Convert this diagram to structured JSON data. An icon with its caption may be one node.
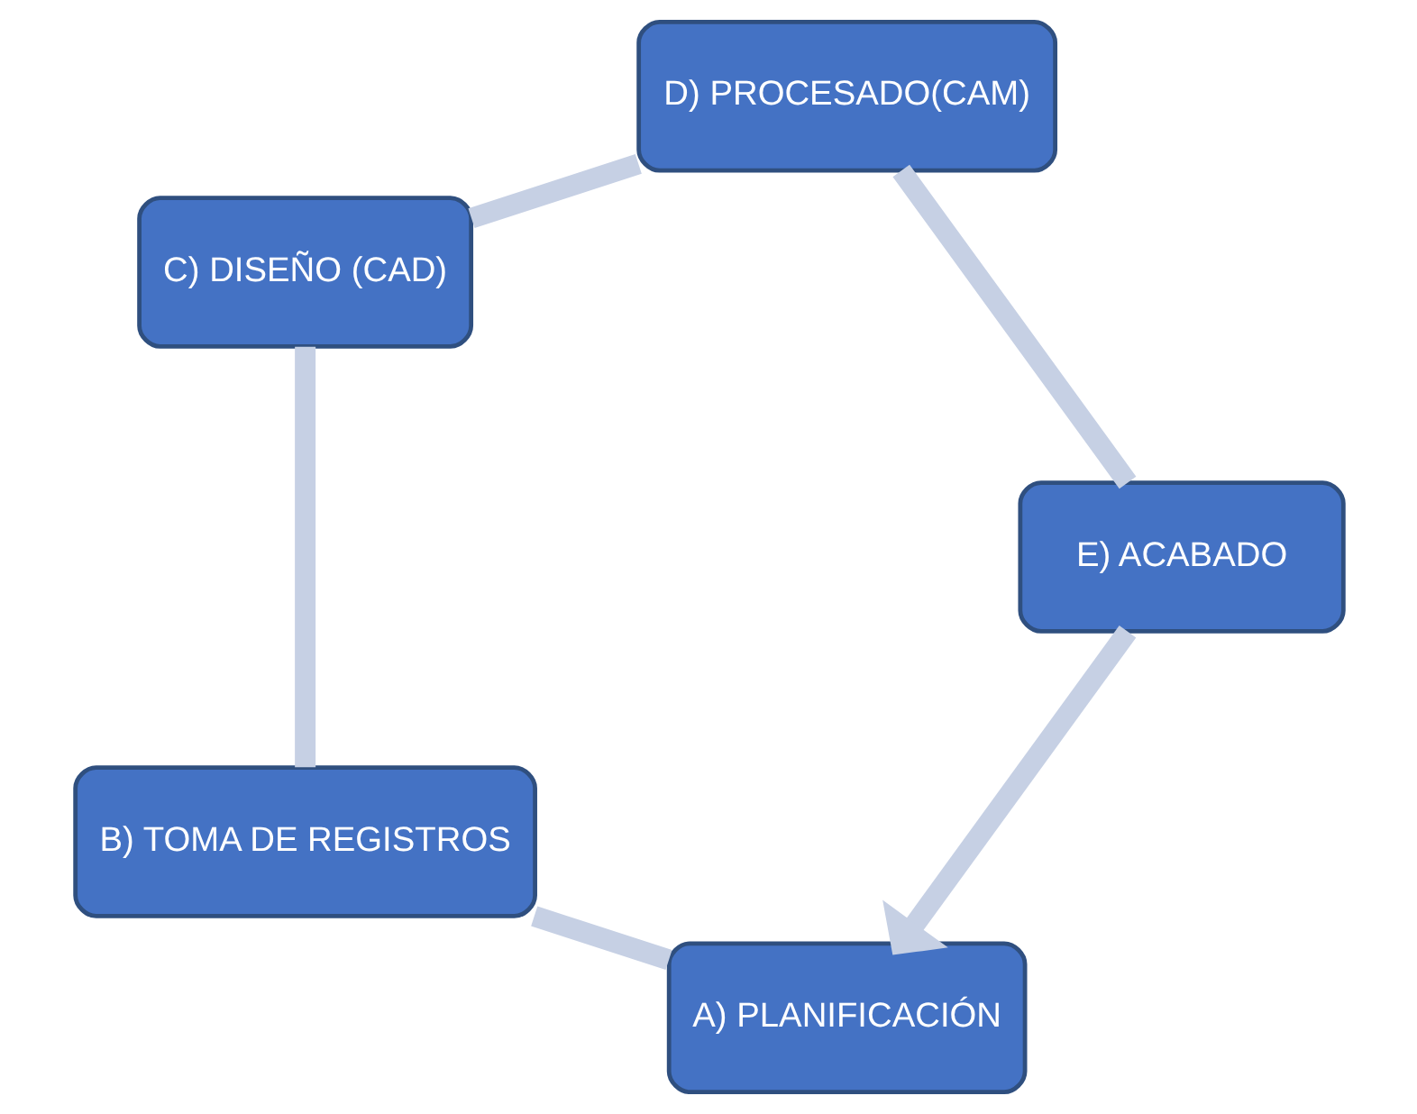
{
  "diagram": {
    "nodes": [
      {
        "text": [
          "A) PLANIFICACIÓN"
        ]
      },
      {
        "text": [
          "B) TOMA DE REGISTROS"
        ]
      },
      {
        "text": [
          "C) DISEÑO (CAD)"
        ]
      },
      {
        "text": [
          "D) PROCESADO(CAM)"
        ]
      },
      {
        "text": [
          "E) ACABADO"
        ]
      }
    ],
    "edges": [
      {
        "from": 0,
        "to": 1,
        "arrow": "none"
      },
      {
        "from": 1,
        "to": 2,
        "arrow": "none"
      },
      {
        "from": 2,
        "to": 3,
        "arrow": "none"
      },
      {
        "from": 3,
        "to": 4,
        "arrow": "none"
      },
      {
        "from": 4,
        "to": 0,
        "arrow": "to"
      }
    ]
  }
}
